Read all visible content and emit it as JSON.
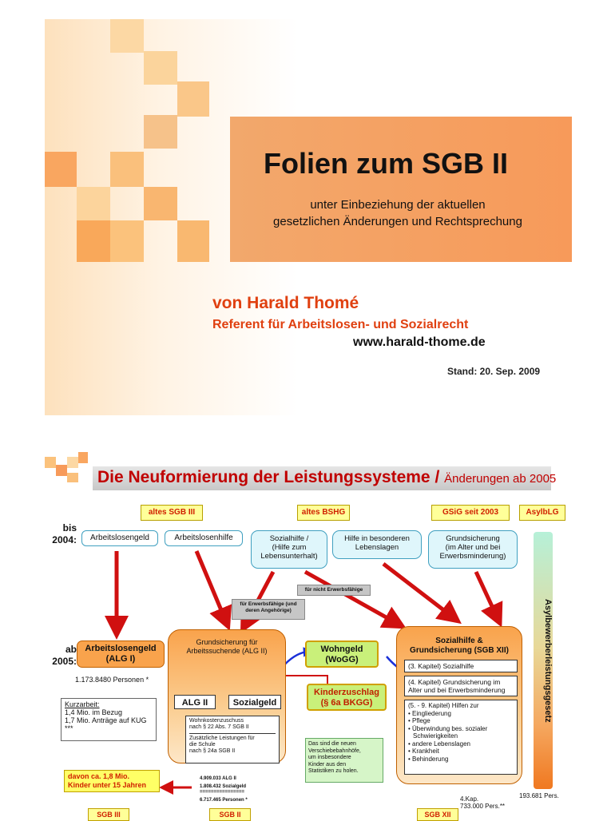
{
  "slide1": {
    "title": "Folien zum SGB II",
    "subtitle_line1": "unter Einbeziehung der aktuellen",
    "subtitle_line2": "gesetzlichen Änderungen und Rechtsprechung",
    "author": "von Harald Thomé",
    "role": "Referent für Arbeitslosen- und Sozialrecht",
    "website": "www.harald-thome.de",
    "date": "Stand: 20. Sep. 2009",
    "colors": {
      "banner": "#f79a5a",
      "accent_text": "#e04010"
    }
  },
  "slide2": {
    "title": "Die Neuformierung der Leistungssysteme /",
    "title_suffix": "Änderungen ab 2005",
    "headers": [
      "altes SGB III",
      "altes BSHG",
      "GSiG seit 2003",
      "AsylbLG"
    ],
    "year_before": "bis 2004:",
    "year_after": "ab 2005:",
    "old_benefits": {
      "alg": "Arbeitslosengeld",
      "alhi": "Arbeitslosenhilfe",
      "sozialhilfe_l1": "Sozialhilfe /",
      "sozialhilfe_l2": "(Hilfe zum",
      "sozialhilfe_l3": "Lebensunterhalt)",
      "besondere_l1": "Hilfe in besonderen",
      "besondere_l2": "Lebenslagen",
      "grundsicherung_l1": "Grundsicherung",
      "grundsicherung_l2": "(im Alter und bei",
      "grundsicherung_l3": "Erwerbsminderung)"
    },
    "labels": {
      "erwerbsfaehige_l1": "für Erwerbsfähige (und",
      "erwerbsfaehige_l2": "deren Angehörige)",
      "nicht_erwerbsfaehige": "für nicht Erwerbsfähige"
    },
    "alg1_l1": "Arbeitslosengeld",
    "alg1_l2": "(ALG I)",
    "alg1_count": "1.173.8480 Personen *",
    "kurzarbeit": {
      "title": "Kurzarbeit:",
      "line1": "1,4 Mio. im Bezug",
      "line2": "1,7 Mio. Anträge auf KUG",
      "line3": "***"
    },
    "alg2_title_l1": "Grundsicherung für",
    "alg2_title_l2": "Arbeitssuchende (ALG II)",
    "alg2_sub1": "ALG II",
    "alg2_sub2": "Sozialgeld",
    "wohnkosten": {
      "line1": "Wohnkostenzuschuss",
      "line2": "nach § 22 Abs. 7 SGB II",
      "line3": "Zusätzliche Leistungen für",
      "line4": "die Schule",
      "line5": "nach § 24a SGB II"
    },
    "wohngeld_l1": "Wohngeld",
    "wohngeld_l2": "(WoGG)",
    "kinderzuschlag_l1": "Kinderzuschlag",
    "kinderzuschlag_l2": "(§ 6a BKGG)",
    "green_note": {
      "line1": "Das sind die neuen",
      "line2": "Verschiebebahnhöfe,",
      "line3": "um insbesondere",
      "line4": "Kinder aus den",
      "line5": "Statistiken zu holen."
    },
    "sgb12_title_l1": "Sozialhilfe &",
    "sgb12_title_l2": "Grundsicherung (SGB XII)",
    "sgb12_items": {
      "k3": "(3. Kapitel) Sozialhilfe",
      "k4_l1": "(4. Kapitel) Grundsicherung im",
      "k4_l2": "Alter und bei Erwerbsminderung",
      "k5": "(5. - 9. Kapitel) Hilfen zur",
      "b1": "• Eingliederung",
      "b2": "• Pflege",
      "b3": "• Überwindung bes. sozialer",
      "b3b": "Schwierigkeiten",
      "b4": "• andere Lebenslagen",
      "b5": "• Krankheit",
      "b6": "• Behinderung"
    },
    "asyl_vertical": "Asylbewerberleistungsgesetz",
    "children_l1": "davon ca. 1,8 Mio.",
    "children_l2": "Kinder unter 15 Jahren",
    "stats": {
      "line1": "4.909.033  ALG II",
      "line2": "1.808.432  Sozialgeld",
      "line3": "================",
      "line4": "6.717.465  Personen *"
    },
    "kap4_l1": "4.Kap.",
    "kap4_l2": "733.000 Pers.**",
    "kap4_l3": "**",
    "asyl_count": "193.681 Pers.",
    "bottom_labels": [
      "SGB III",
      "SGB II",
      "SGB XII"
    ],
    "colors": {
      "arrow": "#d01010",
      "title": "#c00000",
      "orange": "#f9a34c"
    }
  }
}
